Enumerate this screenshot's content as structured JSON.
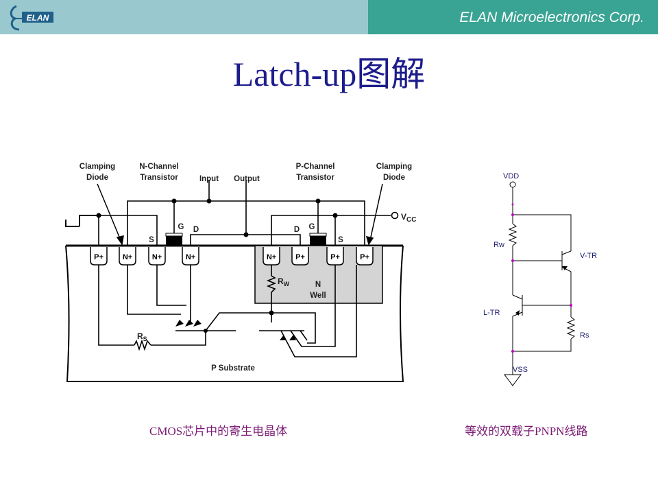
{
  "header": {
    "logo_text": "ELAN",
    "company": "ELAN Microelectronics Corp."
  },
  "title": "Latch-up图解",
  "cmos_diagram": {
    "labels": {
      "clamping_diode_left_1": "Clamping",
      "clamping_diode_left_2": "Diode",
      "n_channel_1": "N-Channel",
      "n_channel_2": "Transistor",
      "input": "Input",
      "output": "Output",
      "p_channel_1": "P-Channel",
      "p_channel_2": "Transistor",
      "clamping_diode_right_1": "Clamping",
      "clamping_diode_right_2": "Diode",
      "vcc": "V",
      "vcc_sub": "CC",
      "g_left": "G",
      "d_left": "D",
      "s_left": "S",
      "g_right": "G",
      "d_right": "D",
      "s_right": "S",
      "rw": "R",
      "rw_sub": "W",
      "n_well_1": "N",
      "n_well_2": "Well",
      "rs": "R",
      "rs_sub": "S",
      "p_substrate": "P Substrate"
    },
    "diffusions": [
      "P+",
      "N+",
      "N+",
      "N+",
      "N+",
      "P+",
      "P+",
      "P+"
    ]
  },
  "equivalent_circuit": {
    "vdd": "VDD",
    "rw": "Rw",
    "vtr": "V-TR",
    "ltr": "L-TR",
    "rs": "Rs",
    "vss": "VSS"
  },
  "captions": {
    "left": "CMOS芯片中的寄生电晶体",
    "right": "等效的双载子PNPN线路"
  }
}
